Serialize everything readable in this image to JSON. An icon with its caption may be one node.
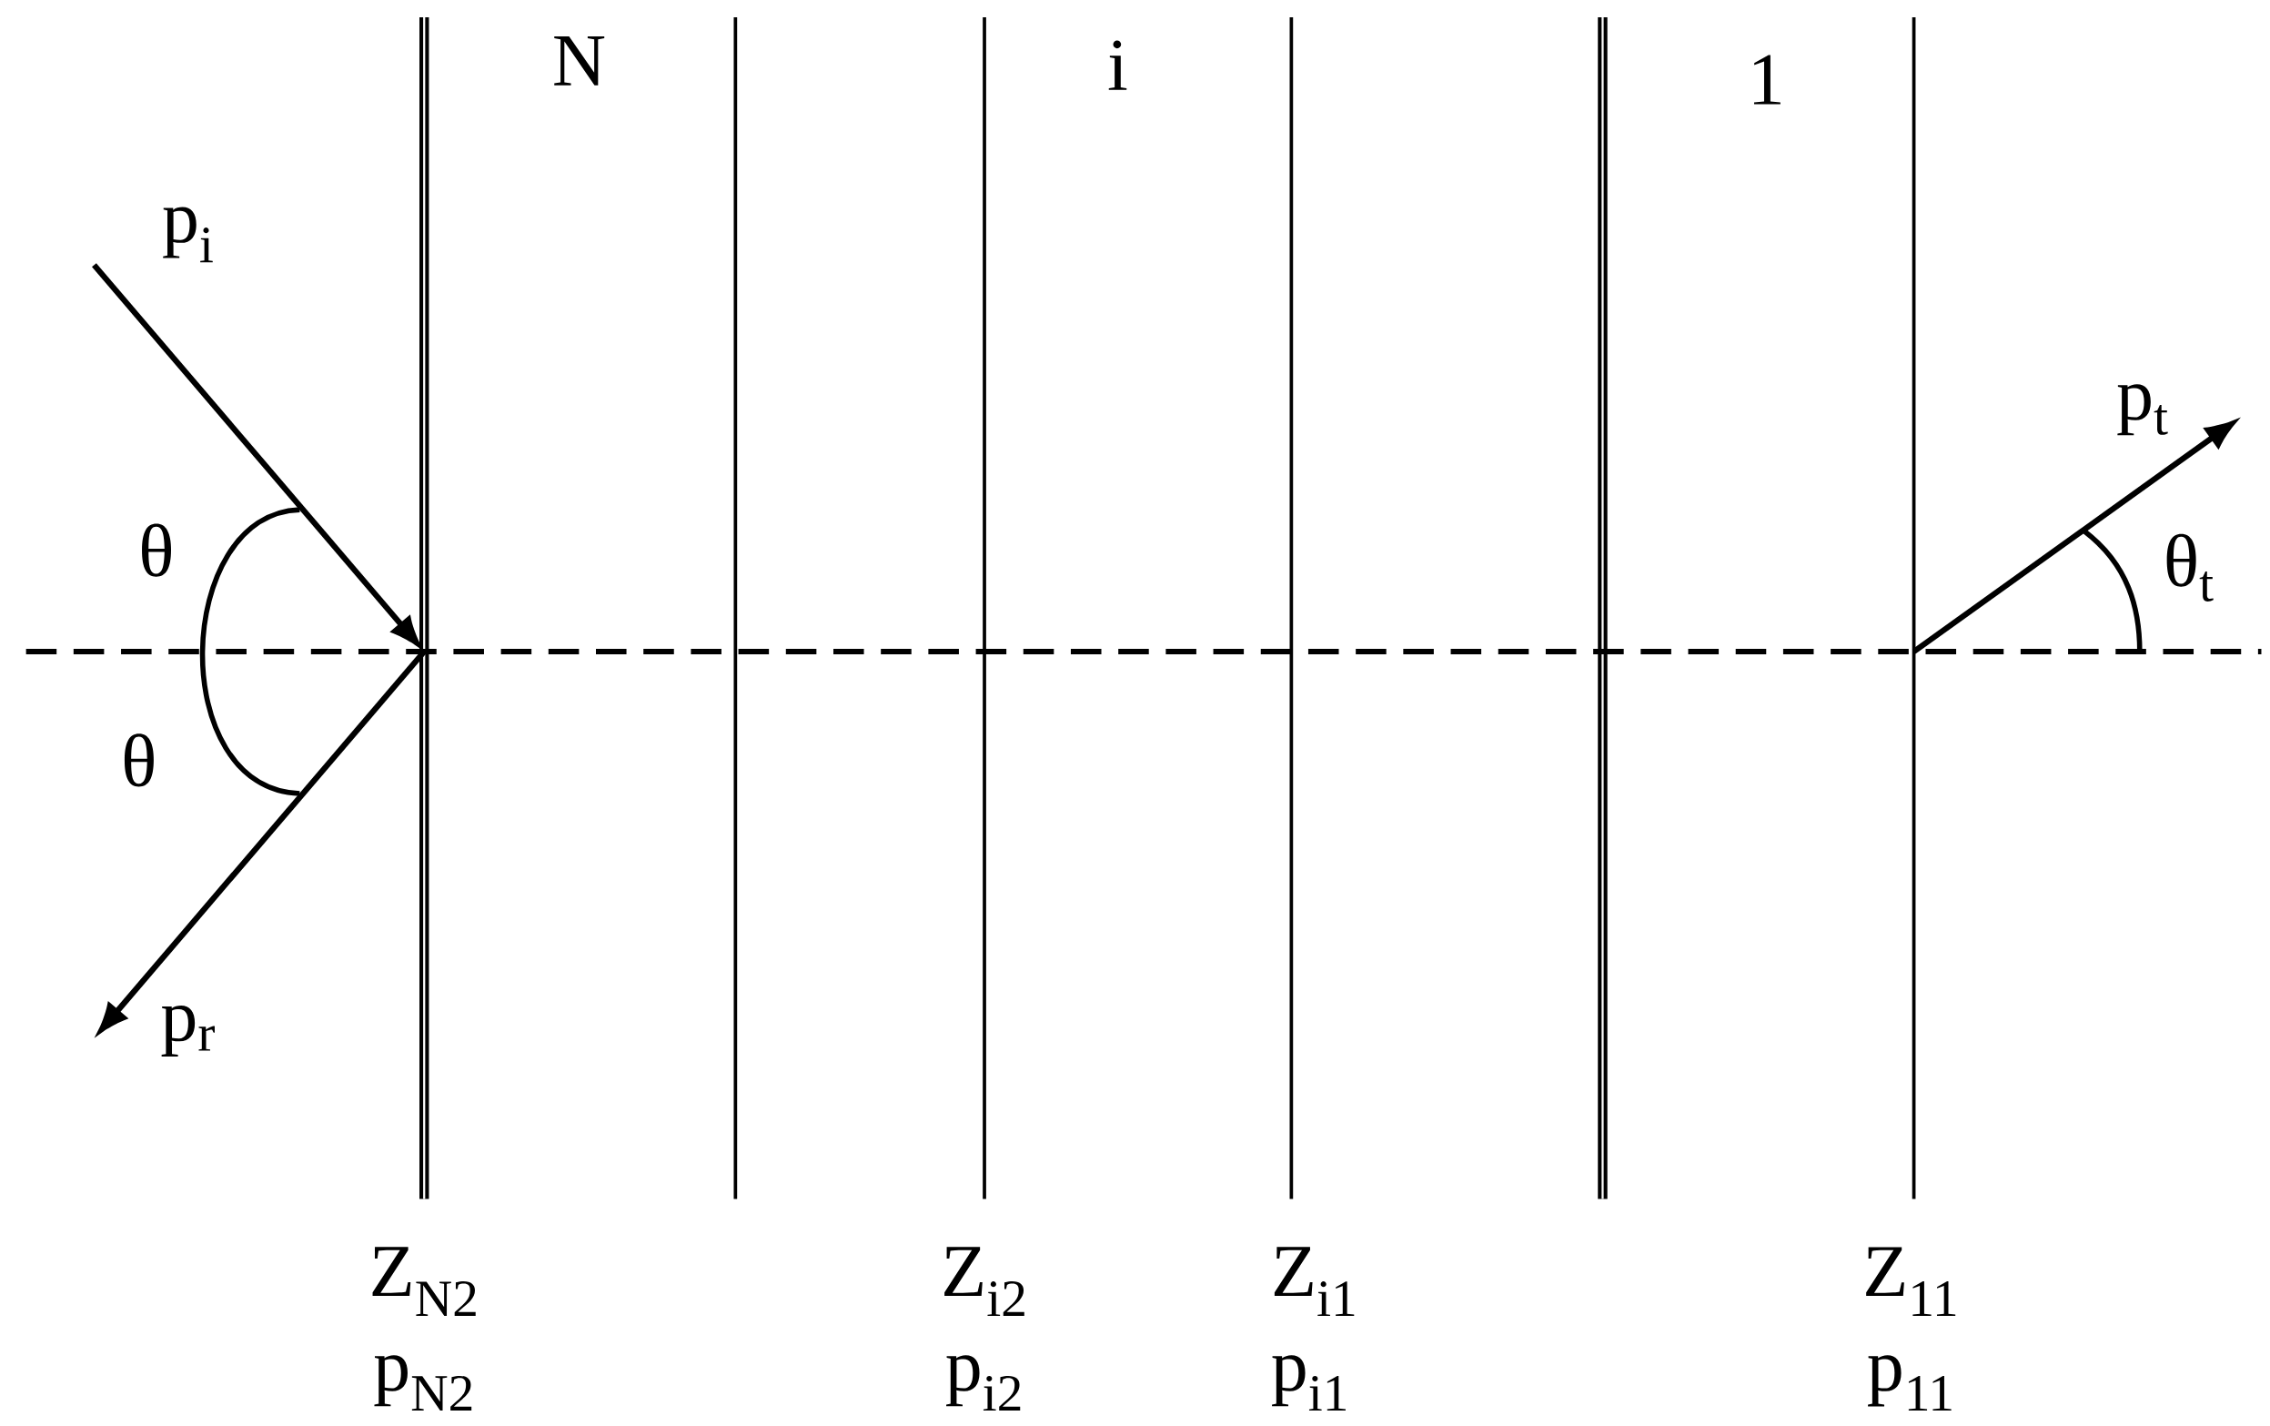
{
  "diagram": {
    "labels": [
      "N",
      "i",
      "1",
      "p$_{i}$",
      "p$_{t}$",
      "θ",
      "θ$_{t}$",
      "θ",
      "p$_{r}$",
      "Z$_{N2}$",
      "Z$_{i2}$",
      "Z$_{i1}$",
      "Z$_{11}$",
      "p$_{N2}$",
      "p$_{i2}$",
      "p$_{i1}$",
      "p$_{11}$"
    ]
  }
}
